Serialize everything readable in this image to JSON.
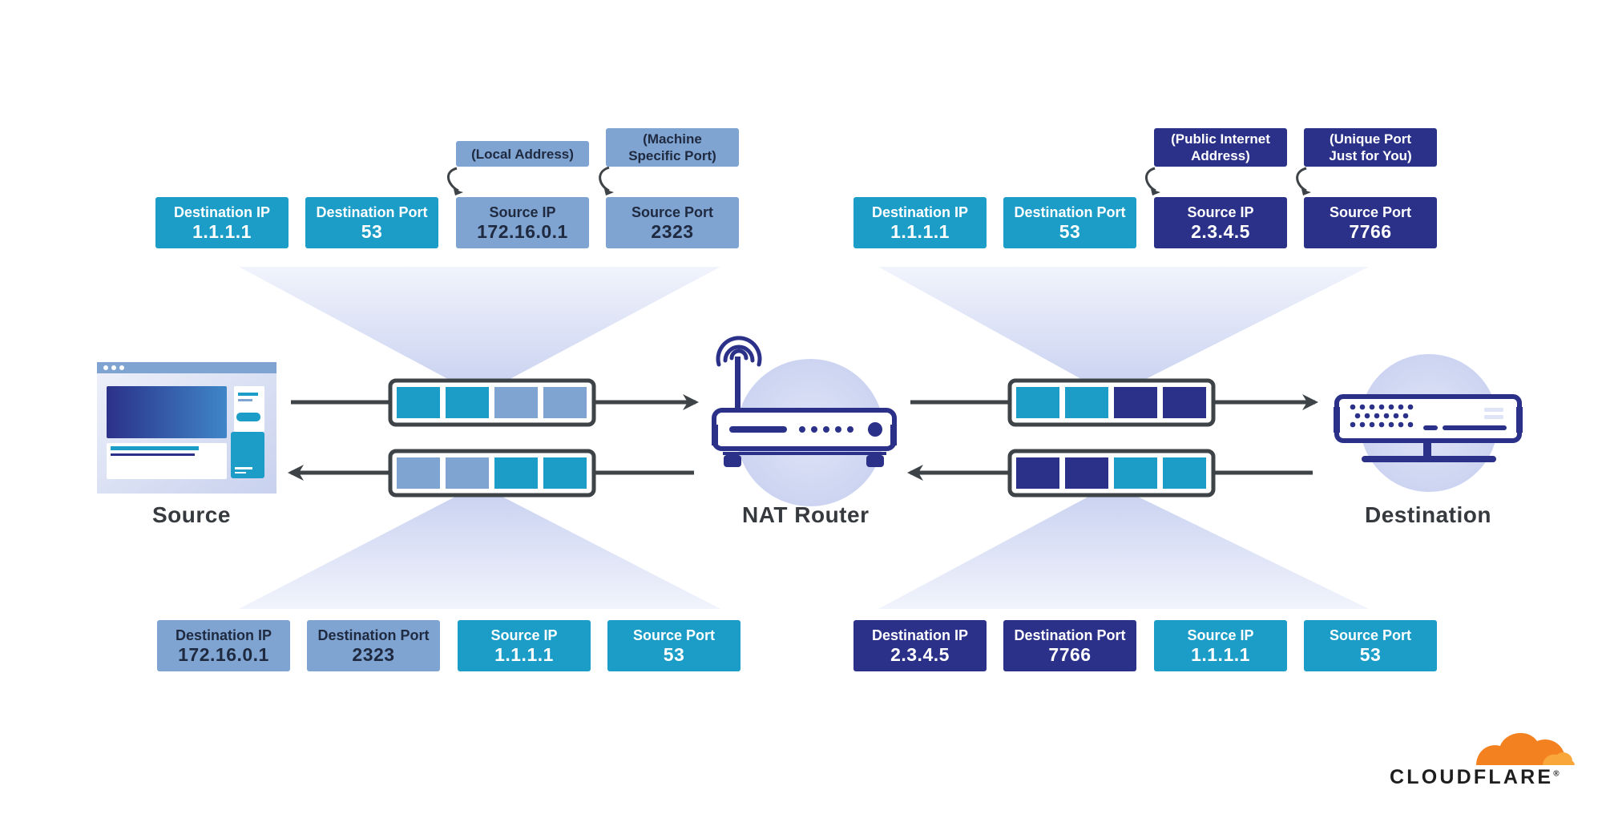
{
  "colors": {
    "teal": "#1b9dc8",
    "light_blue": "#7fa4d1",
    "navy": "#2b3189",
    "dark_text": "#1f2a40",
    "outline": "#3e4347",
    "arrow": "#3e4347",
    "cone": "#d3daf3",
    "cloudflare_orange": "#f48120"
  },
  "icons": [
    "browser-window-icon",
    "wifi-router-icon",
    "server-icon",
    "cloudflare-cloud-icon",
    "arrow-right-icon",
    "arrow-left-icon",
    "curved-arrow-icon"
  ],
  "nodes": {
    "source": "Source",
    "router": "NAT Router",
    "destination": "Destination"
  },
  "left_request": [
    {
      "label": "Destination IP",
      "value": "1.1.1.1",
      "color": "teal"
    },
    {
      "label": "Destination Port",
      "value": "53",
      "color": "teal"
    },
    {
      "label": "Source IP",
      "value": "172.16.0.1",
      "color": "light_blue",
      "note": "(Local Address)"
    },
    {
      "label": "Source Port",
      "value": "2323",
      "color": "light_blue",
      "note": "(Machine\nSpecific Port)"
    }
  ],
  "right_request": [
    {
      "label": "Destination IP",
      "value": "1.1.1.1",
      "color": "teal"
    },
    {
      "label": "Destination Port",
      "value": "53",
      "color": "teal"
    },
    {
      "label": "Source IP",
      "value": "2.3.4.5",
      "color": "navy",
      "note": "(Public Internet\nAddress)"
    },
    {
      "label": "Source Port",
      "value": "7766",
      "color": "navy",
      "note": "(Unique Port\nJust for You)"
    }
  ],
  "left_response": [
    {
      "label": "Destination IP",
      "value": "172.16.0.1",
      "color": "light_blue"
    },
    {
      "label": "Destination Port",
      "value": "2323",
      "color": "light_blue"
    },
    {
      "label": "Source IP",
      "value": "1.1.1.1",
      "color": "teal"
    },
    {
      "label": "Source Port",
      "value": "53",
      "color": "teal"
    }
  ],
  "right_response": [
    {
      "label": "Destination IP",
      "value": "2.3.4.5",
      "color": "navy"
    },
    {
      "label": "Destination Port",
      "value": "7766",
      "color": "navy"
    },
    {
      "label": "Source IP",
      "value": "1.1.1.1",
      "color": "teal"
    },
    {
      "label": "Source Port",
      "value": "53",
      "color": "teal"
    }
  ],
  "packets": {
    "left_top": [
      "teal",
      "teal",
      "light_blue",
      "light_blue"
    ],
    "left_bottom": [
      "light_blue",
      "light_blue",
      "teal",
      "teal"
    ],
    "right_top": [
      "teal",
      "teal",
      "navy",
      "navy"
    ],
    "right_bottom": [
      "navy",
      "navy",
      "teal",
      "teal"
    ]
  },
  "logo": {
    "text": "CLOUDFLARE",
    "registered": "®"
  }
}
